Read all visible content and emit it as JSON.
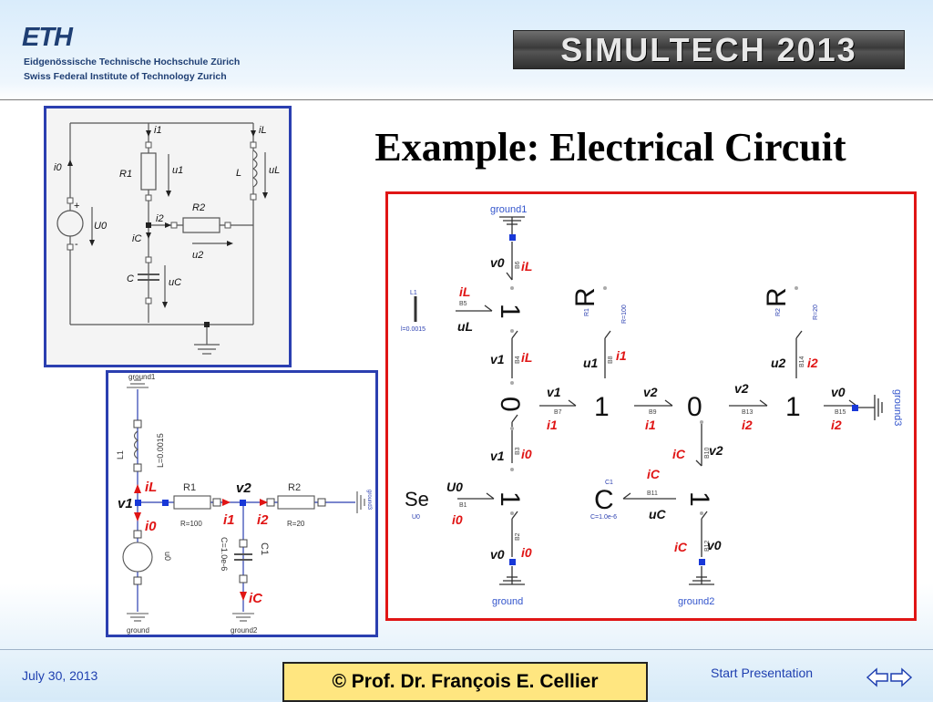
{
  "header": {
    "logo_text": "ETH",
    "institution_de": "Eidgenössische Technische Hochschule Zürich",
    "institution_en": "Swiss Federal Institute of Technology Zurich",
    "conference_banner": "SIMULTECH 2013"
  },
  "slide": {
    "title": "Example: Electrical Circuit"
  },
  "circuit": {
    "labels": {
      "i0": "i0",
      "i1": "i1",
      "iL": "iL",
      "i2": "i2",
      "iC": "iC",
      "R1": "R1",
      "R2": "R2",
      "L": "L",
      "C": "C",
      "u1": "u1",
      "uL": "uL",
      "u2": "u2",
      "uC": "uC",
      "U0": "U0",
      "plus": "+",
      "minus": "-"
    }
  },
  "modelica": {
    "ground1": "ground1",
    "L1": "L1",
    "L_value": "L=0.0015",
    "R1": "R1",
    "R1_value": "R=100",
    "R2": "R2",
    "R2_value": "R=20",
    "C1": "C1",
    "C_value": "C=1.0e-6",
    "u0": "u0",
    "ground": "ground",
    "ground2": "ground2",
    "ground3": "ground3",
    "iL": "iL",
    "v1": "v1",
    "i0": "i0",
    "v2": "v2",
    "i1": "i1",
    "i2": "i2",
    "iC": "iC"
  },
  "bondgraph": {
    "ground1": "ground1",
    "ground": "ground",
    "ground2": "ground2",
    "ground3": "ground3",
    "L1": "L1",
    "L1_value": "l=0.0015",
    "R1": "R1",
    "R1_value": "R=100",
    "R2": "R2",
    "R2_value": "R=20",
    "C1": "C1",
    "C1_value": "C=1.0e-6",
    "U0": "U0",
    "Se": "Se",
    "C": "C",
    "R": "R",
    "one": "1",
    "zero": "0",
    "bonds": [
      "B1",
      "B2",
      "B3",
      "B4",
      "B5",
      "B6",
      "B7",
      "B8",
      "B9",
      "B10",
      "B11",
      "B12",
      "B13",
      "B14",
      "B15"
    ],
    "var": {
      "v0": "v0",
      "v1": "v1",
      "v2": "v2",
      "iL": "iL",
      "i0": "i0",
      "i1": "i1",
      "i2": "i2",
      "iC": "iC",
      "uL": "uL",
      "u1": "u1",
      "u2": "u2",
      "uC": "uC",
      "U0": "U0"
    }
  },
  "footer": {
    "date": "July 30, 2013",
    "author": "©  Prof. Dr. François E. Cellier",
    "start_link": "Start Presentation"
  }
}
